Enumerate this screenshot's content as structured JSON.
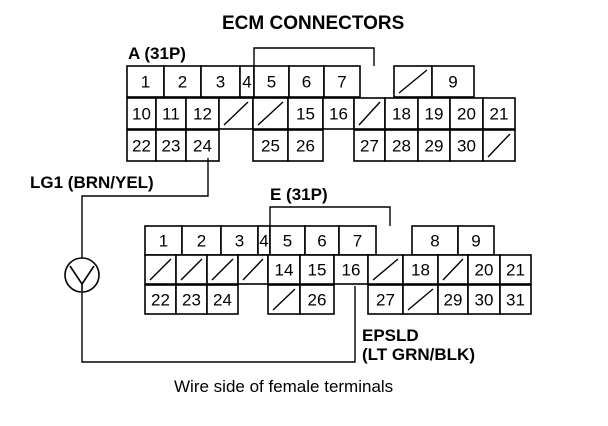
{
  "title": "ECM CONNECTORS",
  "caption": "Wire side of female terminals",
  "connector_a": {
    "label": "A (31P)",
    "rows": [
      [
        "1",
        "2",
        "3",
        "4",
        "5",
        "6",
        "7",
        "",
        "/",
        "9"
      ],
      [
        "10",
        "11",
        "12",
        "/",
        "/",
        "15",
        "16",
        "/",
        "18",
        "19",
        "20",
        "21"
      ],
      [
        "22",
        "23",
        "24",
        "",
        "25",
        "26",
        "",
        "27",
        "28",
        "29",
        "30",
        "/"
      ]
    ]
  },
  "connector_e": {
    "label": "E (31P)",
    "rows": [
      [
        "1",
        "2",
        "3",
        "4",
        "5",
        "6",
        "7",
        "",
        "8",
        "9"
      ],
      [
        "/",
        "/",
        "/",
        "/",
        "14",
        "15",
        "16",
        "/",
        "18",
        "/",
        "20",
        "21"
      ],
      [
        "22",
        "23",
        "24",
        "",
        "/",
        "26",
        "",
        "27",
        "/",
        "29",
        "30",
        "31"
      ]
    ]
  },
  "wire_lg1": "LG1 (BRN/YEL)",
  "wire_epsld_1": "EPSLD",
  "wire_epsld_2": "(LT GRN/BLK)",
  "meter_icon": "voltmeter-icon"
}
